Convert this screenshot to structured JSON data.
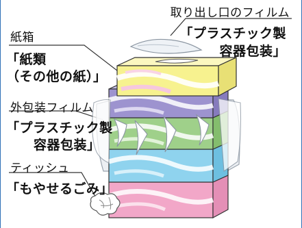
{
  "labels": {
    "opening_film": {
      "name": "取り出し口のフィルム",
      "category_line1": "「プラスチック製",
      "category_line2": "容器包装」"
    },
    "box": {
      "name": "紙箱",
      "category_line1": "「紙類",
      "category_line2": "（その他の紙）」"
    },
    "outer_film": {
      "name": "外包装フィルム",
      "category_line1": "「プラスチック製",
      "category_line2": "容器包装」"
    },
    "tissue": {
      "name": "ティッシュ",
      "category": "「もやせるごみ」"
    }
  },
  "colors": {
    "frame": "#2e6fb7",
    "box_yellow": "#f7f28f",
    "box_purple": "#9d93cf",
    "box_green": "#9fd08a",
    "box_blue": "#8fd3ee",
    "box_pink": "#f2a7c8"
  }
}
